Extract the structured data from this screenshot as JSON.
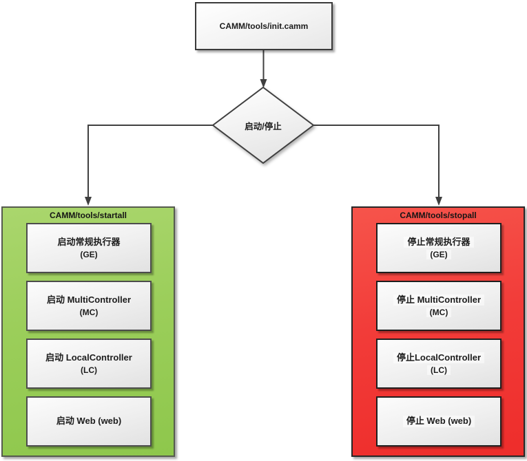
{
  "flowchart": {
    "init_node": {
      "label": "CAMM/tools/init.camm"
    },
    "decision_node": {
      "label": "启动/停止"
    },
    "start_branch": {
      "title": "CAMM/tools/startall",
      "fill_color": "#9bce5a",
      "steps": [
        {
          "line1": "启动常规执行器",
          "line2": "(GE)"
        },
        {
          "line1": "启动 MultiController",
          "line2": "(MC)"
        },
        {
          "line1": "启动 LocalController",
          "line2": "(LC)"
        },
        {
          "line1": "启动 Web (web)",
          "line2": ""
        }
      ]
    },
    "stop_branch": {
      "title": "CAMM/tools/stopall",
      "fill_color": "#f23c39",
      "steps": [
        {
          "line1": "停止常规执行器",
          "line2": "(GE)"
        },
        {
          "line1": "停止 MultiController",
          "line2": "(MC)"
        },
        {
          "line1": "停止LocalController",
          "line2": "(LC)"
        },
        {
          "line1": "停止 Web (web)",
          "line2": ""
        }
      ]
    },
    "connector_color": "#3f3f3f"
  }
}
